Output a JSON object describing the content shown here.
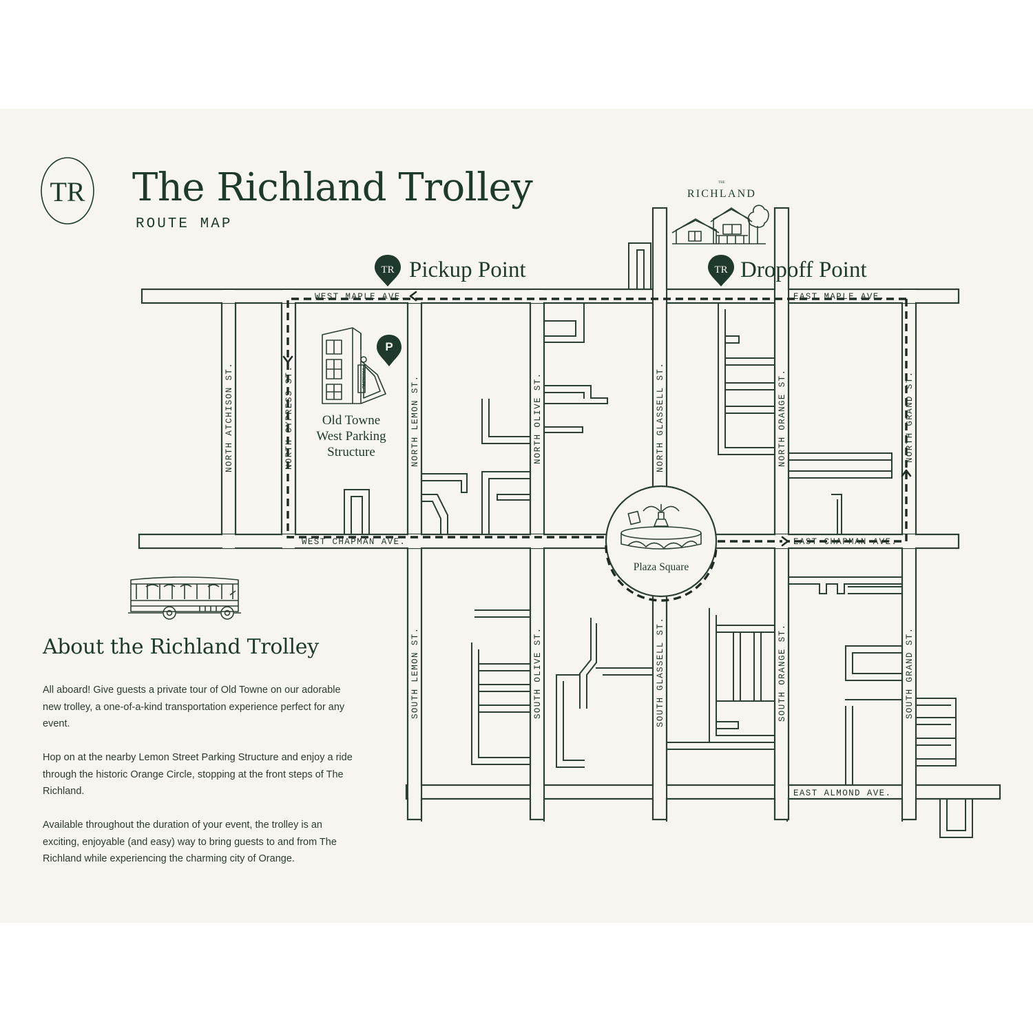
{
  "header": {
    "monogram": "TR",
    "title": "The Richland Trolley",
    "subtitle": "ROUTE MAP"
  },
  "landmarks": {
    "richland_small": "THE",
    "richland_name": "RICHLAND",
    "pickup_label": "Pickup Point",
    "dropoff_label": "Dropoff Point",
    "parking_symbol": "P",
    "parking_sign": "PARKING",
    "parking_structure_line1": "Old Towne",
    "parking_structure_line2": "West Parking",
    "parking_structure_line3": "Structure",
    "plaza_label": "Plaza Square"
  },
  "streets": {
    "west_maple": "WEST MAPLE AVE.",
    "east_maple": "EAST MAPLE AVE.",
    "west_chapman": "WEST CHAPMAN AVE.",
    "east_chapman": "EAST CHAPMAN AVE.",
    "east_almond": "EAST ALMOND AVE.",
    "north_atchison": "NORTH ATCHISON ST.",
    "north_cypress": "NORTH CYPRESS ST.",
    "north_lemon": "NORTH LEMON ST.",
    "north_olive": "NORTH OLIVE ST.",
    "north_glassell": "NORTH GLASSELL ST.",
    "north_orange": "NORTH ORANGE ST.",
    "north_grand": "NORTH GRAND ST.",
    "south_lemon": "SOUTH LEMON ST.",
    "south_olive": "SOUTH OLIVE ST.",
    "south_glassell": "SOUTH GLASSELL ST.",
    "south_orange": "SOUTH ORANGE ST.",
    "south_grand": "SOUTH GRAND ST."
  },
  "about": {
    "heading": "About the Richland Trolley",
    "paragraph1": "All aboard! Give guests a private tour of Old Towne on our adorable new trolley, a one-of-a-kind transportation experience perfect for any event.",
    "paragraph2": "Hop on at the nearby Lemon Street Parking Structure and enjoy a ride through the historic Orange Circle, stopping at the front steps of The Richland.",
    "paragraph3": "Available throughout the duration of your event, the trolley is an exciting, enjoyable (and easy) way to bring guests to and from The Richland while experiencing the charming city of Orange."
  },
  "colors": {
    "background": "#f6f5f0",
    "ink": "#1d3a2b",
    "pin": "#1f3a2c"
  },
  "icons": [
    "tr-monogram-icon",
    "pin-icon",
    "parking-pin-icon",
    "trolley-icon",
    "house-icon",
    "building-icon",
    "fountain-icon"
  ]
}
